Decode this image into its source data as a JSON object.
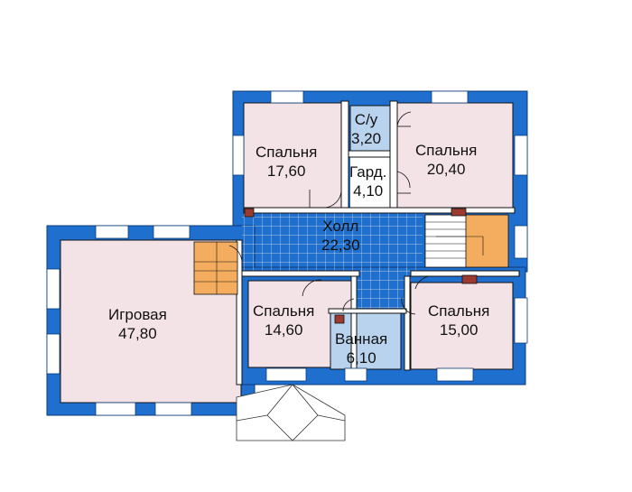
{
  "colors": {
    "wall": "#1f6fcf",
    "wall_stroke": "#0b3a7a",
    "room_pink": "#f3e3e6",
    "room_blue": "#b9d3ee",
    "hall": "#ffffff",
    "stairs": "#f4ad5e",
    "chimney": "#9b3a2e"
  },
  "rooms": [
    {
      "id": "bedroom-1",
      "name": "Спальня",
      "area": "17,60"
    },
    {
      "id": "wc",
      "name": "С/у",
      "area": "3,20"
    },
    {
      "id": "wardrobe",
      "name": "Гард.",
      "area": "4,10"
    },
    {
      "id": "bedroom-2",
      "name": "Спальня",
      "area": "20,40"
    },
    {
      "id": "hall",
      "name": "Холл",
      "area": "22,30"
    },
    {
      "id": "playroom",
      "name": "Игровая",
      "area": "47,80"
    },
    {
      "id": "bedroom-3",
      "name": "Спальня",
      "area": "14,60"
    },
    {
      "id": "bathroom",
      "name": "Ванная",
      "area": "6,10"
    },
    {
      "id": "bedroom-4",
      "name": "Спальня",
      "area": "15,00"
    }
  ]
}
